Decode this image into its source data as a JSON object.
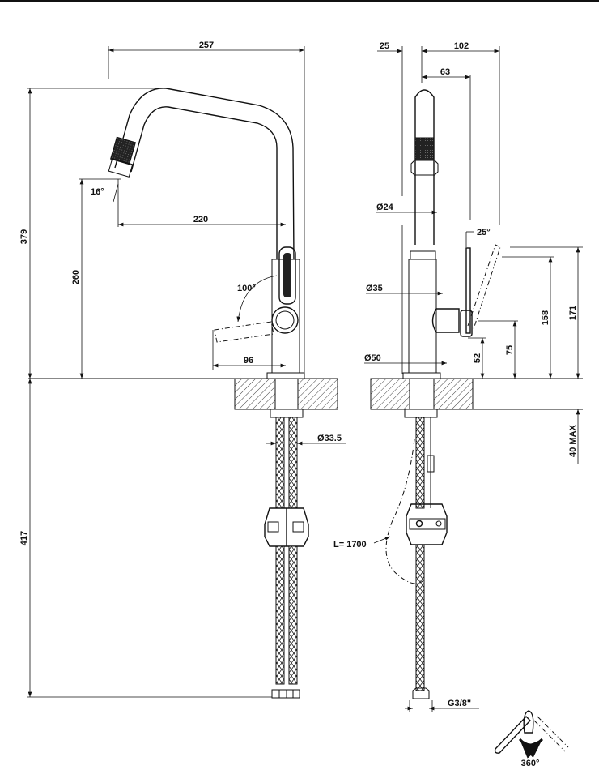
{
  "title": "Kitchen mixer technical drawing",
  "stroke_color": "#111111",
  "background_color": "#ffffff",
  "front_view": {
    "dims": {
      "overall_width": "257",
      "overall_height": "379",
      "spout_height": "260",
      "spout_reach": "220",
      "handle_reach": "96",
      "spout_angle": "16°",
      "handle_rotation": "100°",
      "hose_diameter": "Ø33.5",
      "below_deck_length": "417"
    }
  },
  "side_view": {
    "dims": {
      "offset_back": "25",
      "overall_depth": "102",
      "spout_to_handle": "63",
      "spout_diameter": "Ø24",
      "body_diameter": "Ø35",
      "base_diameter": "Ø50",
      "handle_angle": "25°",
      "handle_height_min": "52",
      "handle_pivot_height": "75",
      "handle_top_height": "158",
      "lever_max_height": "171",
      "deck_thickness": "40 MAX",
      "hose_length": "L= 1700",
      "connection_thread": "G3/8\""
    }
  },
  "rotation_icon": {
    "label": "360°"
  }
}
